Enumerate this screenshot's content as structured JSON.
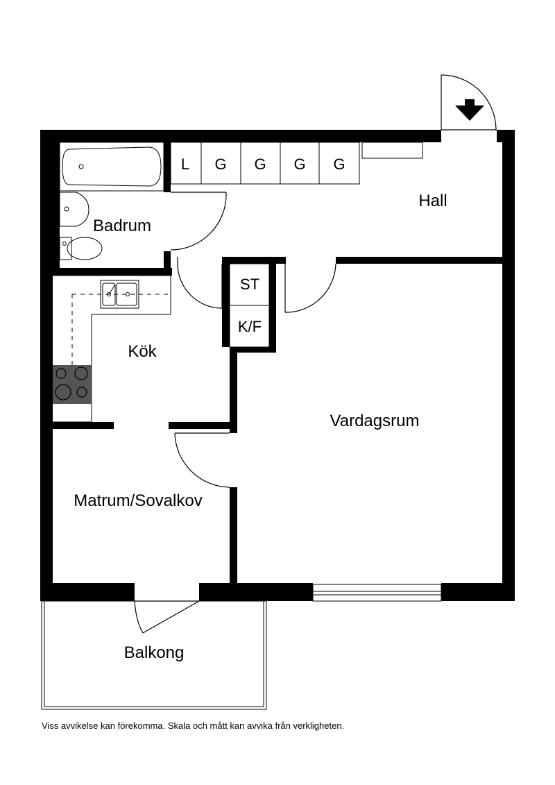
{
  "rooms": {
    "hall": "Hall",
    "badrum": "Badrum",
    "kok": "Kök",
    "vardagsrum": "Vardagsrum",
    "matrum": "Matrum/Sovalkov",
    "balkong": "Balkong"
  },
  "closets": [
    "L",
    "G",
    "G",
    "G",
    "G"
  ],
  "appliances": {
    "st": "ST",
    "kf": "K/F"
  },
  "disclaimer": "Viss avvikelse kan förekomma. Skala och mått kan avvika från verkligheten.",
  "colors": {
    "wall": "#000000",
    "stove": "#555555",
    "background": "#ffffff"
  },
  "icons": [
    "entrance-arrow-icon",
    "bathtub-icon",
    "sink-icon",
    "toilet-icon",
    "kitchen-sink-icon",
    "stove-icon"
  ]
}
